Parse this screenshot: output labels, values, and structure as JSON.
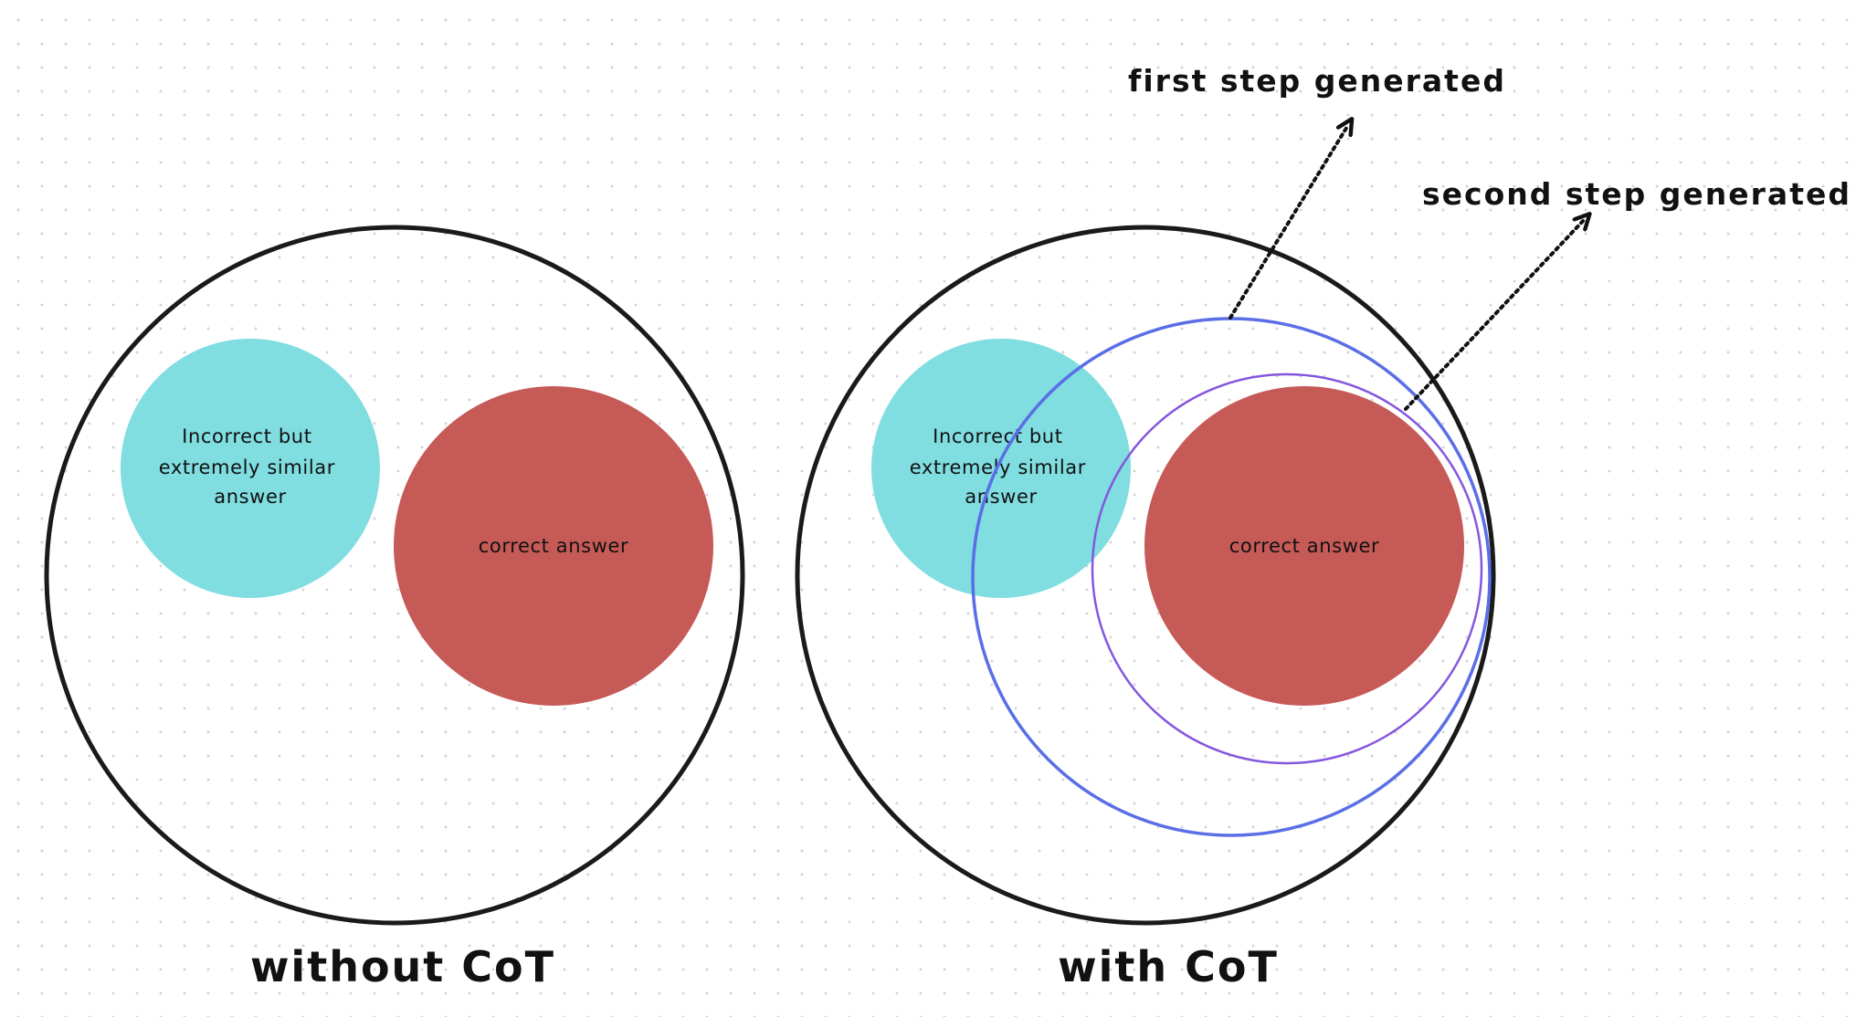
{
  "colors": {
    "outline": "#1a1a1a",
    "similar_answer_fill": "#80dde0",
    "correct_answer_fill": "#c55a57",
    "first_step_ring": "#5a6fe6",
    "second_step_ring": "#8457de",
    "arrow": "#111111"
  },
  "left_panel": {
    "caption": "without CoT",
    "similar_label_lines": [
      "Incorrect but",
      "extremely similar",
      "answer"
    ],
    "correct_label": "correct answer"
  },
  "right_panel": {
    "caption": "with CoT",
    "similar_label_lines": [
      "Incorrect but",
      "extremely similar",
      "answer"
    ],
    "correct_label": "correct answer",
    "annotations": {
      "first_step": "first step generated",
      "second_step": "second step generated"
    }
  }
}
